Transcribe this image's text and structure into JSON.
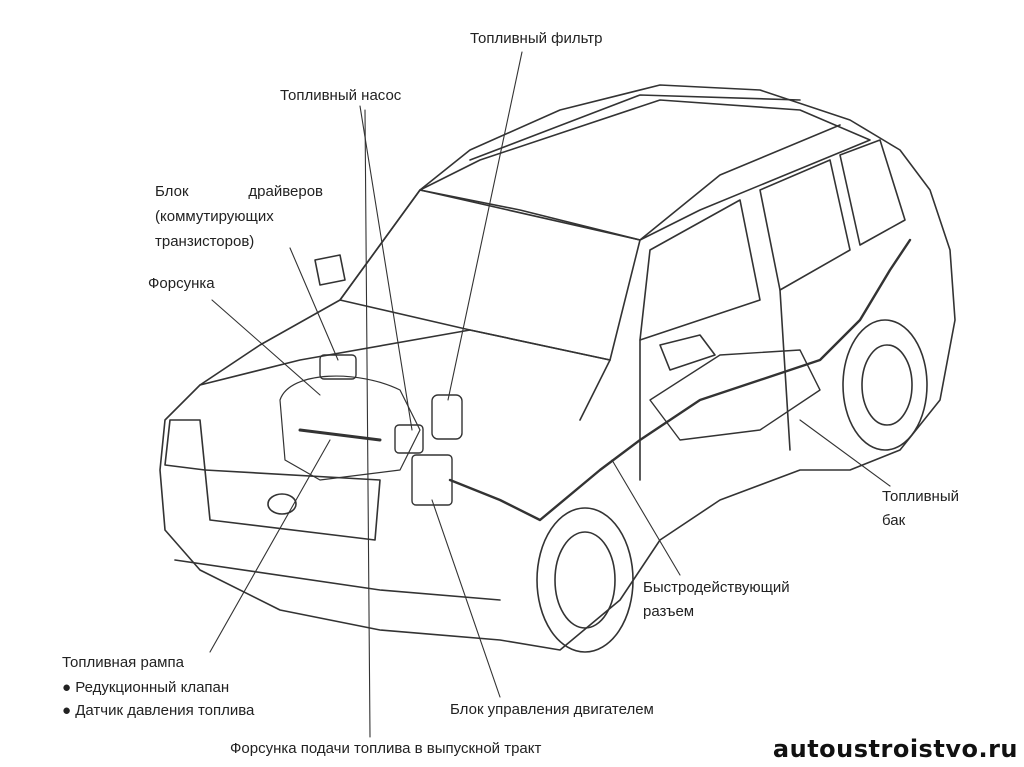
{
  "labels": {
    "fuel_filter": "Топливный фильтр",
    "fuel_pump": "Топливный насос",
    "driver_block_1": "Блок драйверов",
    "driver_block_2": "(коммутирующих",
    "driver_block_3": "транзисторов)",
    "injector": "Форсунка",
    "fuel_tank_1": "Топливный",
    "fuel_tank_2": "бак",
    "quick_connector_1": "Быстродействующий",
    "quick_connector_2": "разъем",
    "fuel_rail": "Топливная рампа",
    "pressure_valve": "● Редукционный клапан",
    "pressure_sensor": "● Датчик давления топлива",
    "ecu": "Блок управления двигателем",
    "exhaust_injector": "Форсунка подачи топлива в выпускной тракт"
  },
  "watermark": "autoustroistvo.ru"
}
